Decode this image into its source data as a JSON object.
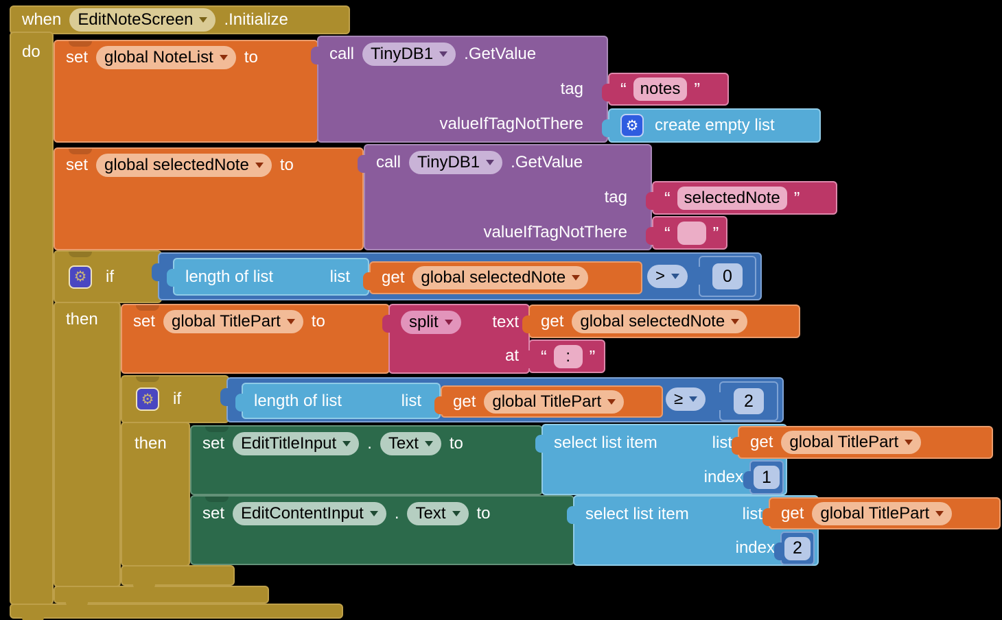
{
  "palette": {
    "gold": "#AC8D2D",
    "gold_border": "#BEA04A",
    "gold_field": "#DACB95",
    "gold_arrow": "#7A6318",
    "orange": "#DD6A28",
    "orange_border": "#EA9C6C",
    "orange_field": "#F2BB97",
    "orange_arrow": "#8F2F0C",
    "purple": "#8A5C9C",
    "purple_border": "#A888B7",
    "purple_field": "#C9B3D7",
    "purple_arrow": "#5F3C72",
    "magenta": "#BC3767",
    "magenta_border": "#DD87AB",
    "magenta_field": "#EBADC6",
    "magenta_dd": "#E294BB",
    "magenta_arrow": "#8C1F46",
    "list_blue": "#55ABD7",
    "list_blue_border": "#8FCBE7",
    "logic_blue": "#3C70B5",
    "logic_blue_border": "#7FA3D4",
    "logic_blue_field": "#B7C9E8",
    "logic_blue_arrow": "#2C5590",
    "green": "#2C6A4B",
    "green_border": "#639178",
    "green_field": "#B5CEC1",
    "green_arrow": "#1E4A33",
    "mutator_blue": "#2F5CE0",
    "mutator_indigo": "#4A47C1",
    "mutator_gear": "#C9B379",
    "mutator_border": "#EFE3BC",
    "canvas_bg": "#000000"
  },
  "icons": {
    "gear": "⚙"
  },
  "blocks": {
    "when_block": {
      "when": "when",
      "screen": "EditNoteScreen",
      "event": ".Initialize",
      "do": "do"
    },
    "set_notelist": {
      "set": "set",
      "variable": "global NoteList",
      "to": "to"
    },
    "call_tinydb_1": {
      "call": "call",
      "component": "TinyDB1",
      "method": ".GetValue",
      "tag": "tag",
      "value_if_tag_not_there": "valueIfTagNotThere"
    },
    "text_notes": {
      "open_quote": "“",
      "value": "notes",
      "close_quote": "”"
    },
    "create_empty_list": {
      "label": "create empty list"
    },
    "set_selectednote": {
      "set": "set",
      "variable": "global selectedNote",
      "to": "to"
    },
    "call_tinydb_2": {
      "call": "call",
      "component": "TinyDB1",
      "method": ".GetValue",
      "tag": "tag",
      "value_if_tag_not_there": "valueIfTagNotThere"
    },
    "text_selectednote": {
      "open_quote": "“",
      "value": "selectedNote",
      "close_quote": "”"
    },
    "text_empty": {
      "open_quote": "“",
      "value": "",
      "close_quote": "”"
    },
    "if1": {
      "if": "if",
      "then": "then"
    },
    "length_of_list_1": {
      "label": "length of list",
      "list": "list"
    },
    "get_selectednote_1": {
      "get": "get",
      "variable": "global selectedNote"
    },
    "compare_1": {
      "operator": ">"
    },
    "number_0": {
      "value": "0"
    },
    "set_titlepart": {
      "set": "set",
      "variable": "global TitlePart",
      "to": "to"
    },
    "split_block": {
      "operator": "split",
      "text": "text",
      "at": "at"
    },
    "get_selectednote_2": {
      "get": "get",
      "variable": "global selectedNote"
    },
    "text_colon": {
      "open_quote": "“",
      "value": ":",
      "close_quote": "”"
    },
    "if2": {
      "if": "if",
      "then": "then"
    },
    "length_of_list_2": {
      "label": "length of list",
      "list": "list"
    },
    "get_titlepart_1": {
      "get": "get",
      "variable": "global TitlePart"
    },
    "compare_2": {
      "operator": "≥"
    },
    "number_2": {
      "value": "2"
    },
    "set_edittitle": {
      "set": "set",
      "component": "EditTitleInput",
      "dot": ".",
      "property": "Text",
      "to": "to"
    },
    "select_item_1": {
      "label": "select list item",
      "list": "list",
      "index": "index"
    },
    "get_titlepart_2": {
      "get": "get",
      "variable": "global TitlePart"
    },
    "number_1": {
      "value": "1"
    },
    "set_editcontent": {
      "set": "set",
      "component": "EditContentInput",
      "dot": ".",
      "property": "Text",
      "to": "to"
    },
    "select_item_2": {
      "label": "select list item",
      "list": "list",
      "index": "index"
    },
    "get_titlepart_3": {
      "get": "get",
      "variable": "global TitlePart"
    },
    "number_2_b": {
      "value": "2"
    }
  }
}
